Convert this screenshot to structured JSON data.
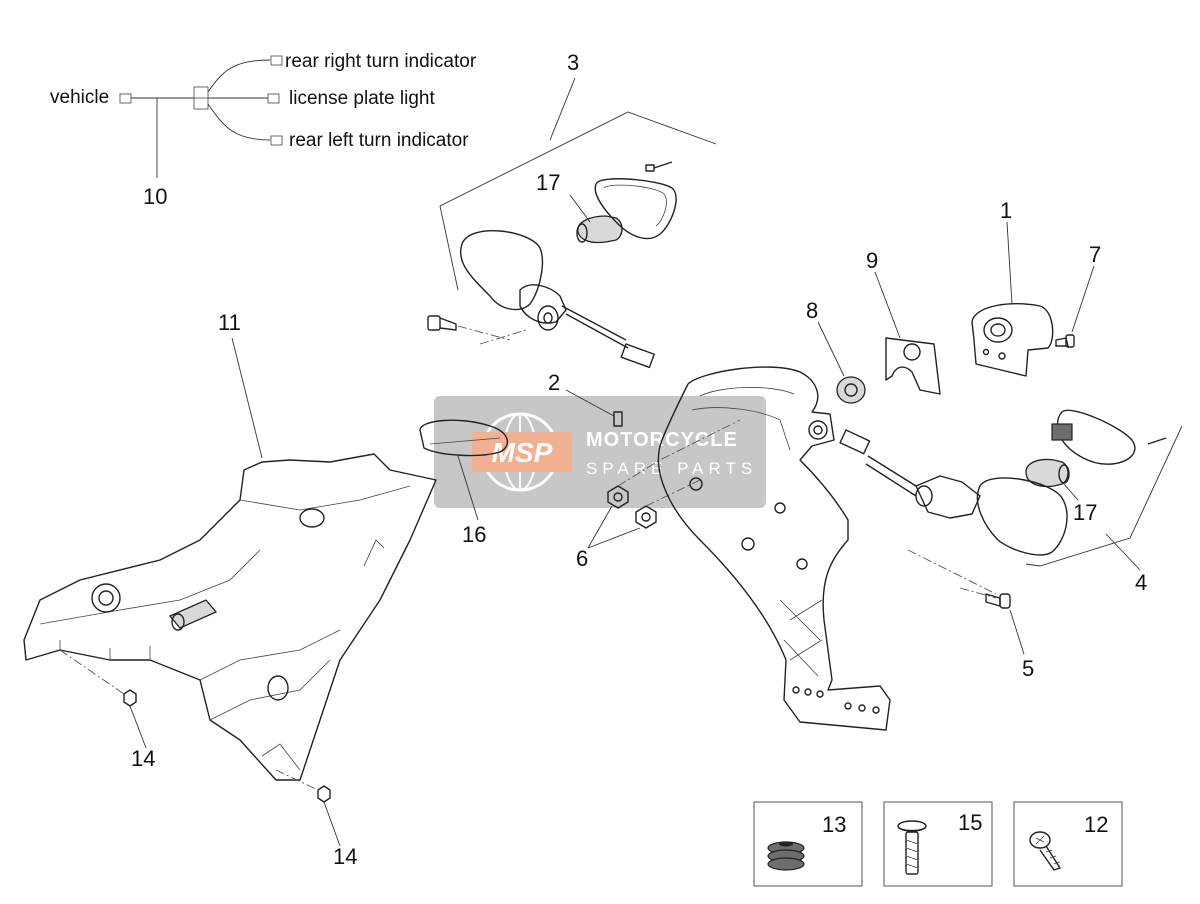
{
  "wiring": {
    "vehicle": "vehicle",
    "rear_right": "rear right turn indicator",
    "plate_light": "license plate light",
    "rear_left": "rear left turn indicator"
  },
  "callouts": {
    "c1": "1",
    "c2": "2",
    "c3": "3",
    "c4": "4",
    "c5": "5",
    "c6": "6",
    "c7": "7",
    "c8": "8",
    "c9": "9",
    "c10": "10",
    "c11": "11",
    "c12": "12",
    "c13": "13",
    "c14a": "14",
    "c14b": "14",
    "c15": "15",
    "c16": "16",
    "c17a": "17",
    "c17b": "17"
  },
  "watermark": {
    "logo": "MSP",
    "line1": "MOTORCYCLE",
    "line2": "SPARE PARTS",
    "color": "#e8703a"
  }
}
